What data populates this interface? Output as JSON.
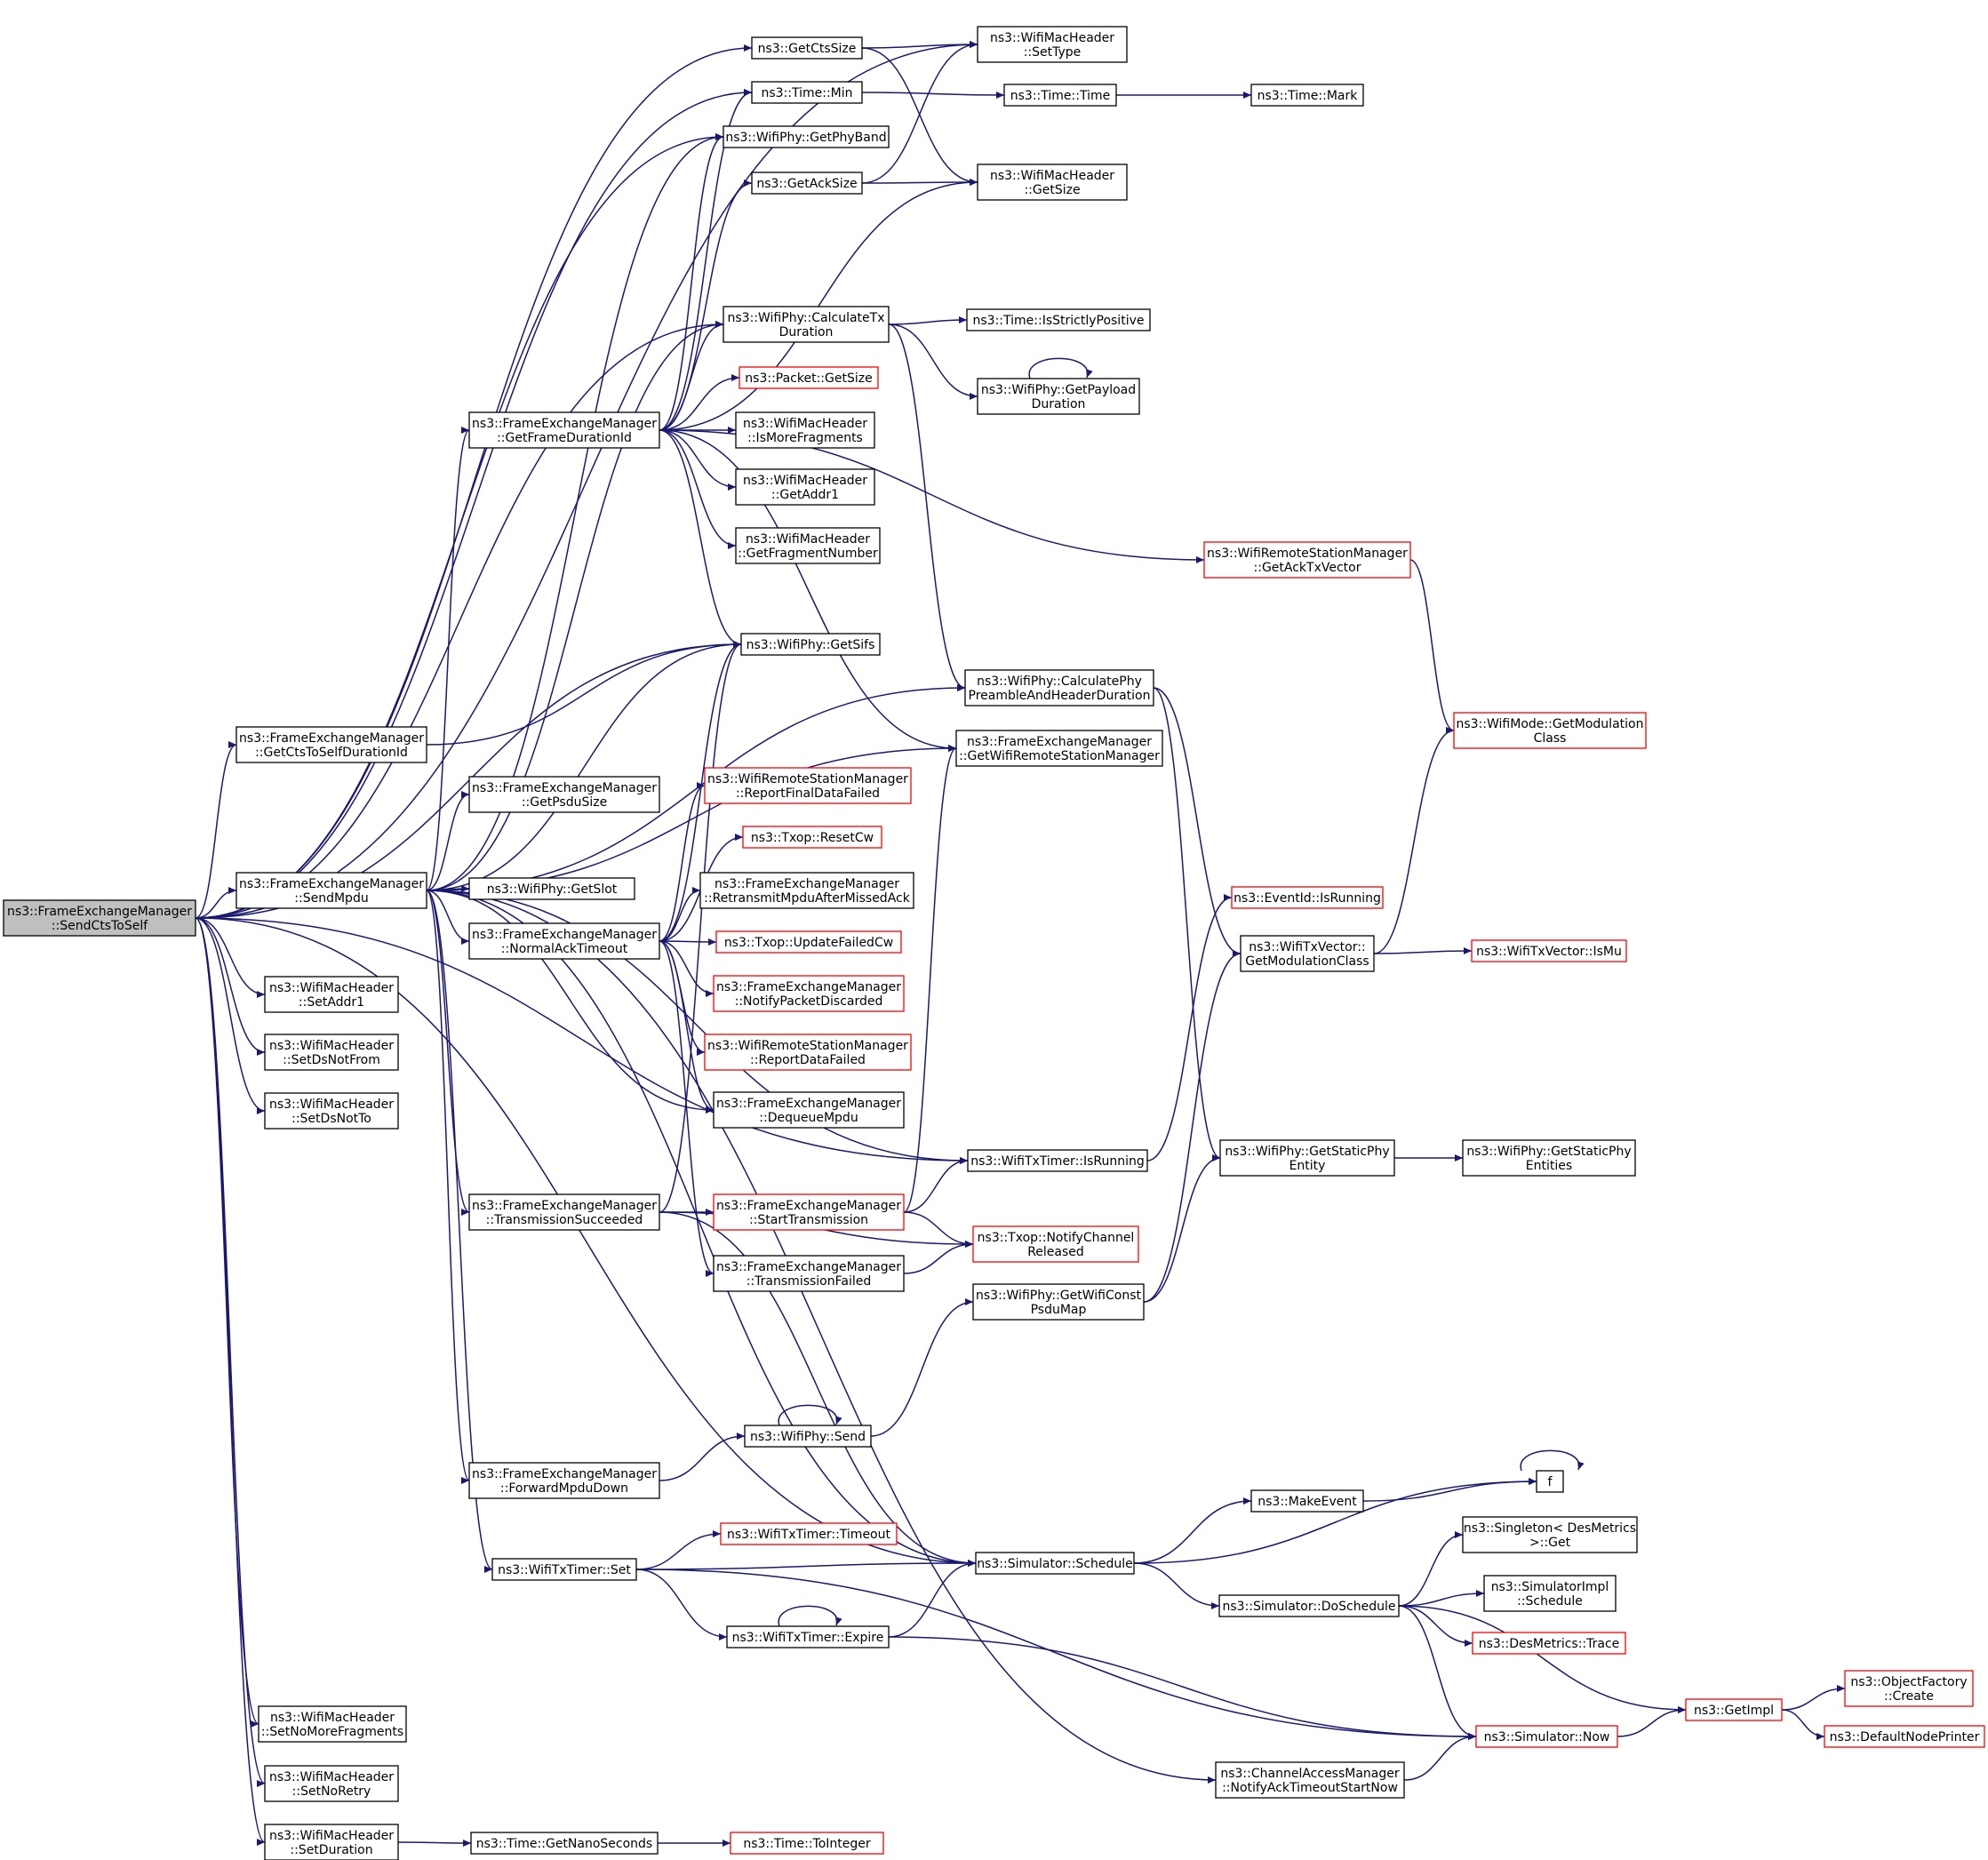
{
  "nodes": [
    {
      "id": "root",
      "lines": [
        "ns3::FrameExchangeManager",
        "::SendCtsToSelf"
      ],
      "style": "root"
    },
    {
      "id": "getCtsSize",
      "lines": [
        "ns3::GetCtsSize"
      ],
      "style": "black"
    },
    {
      "id": "setType",
      "lines": [
        "ns3::WifiMacHeader",
        "::SetType"
      ],
      "style": "black"
    },
    {
      "id": "timeMin",
      "lines": [
        "ns3::Time::Min"
      ],
      "style": "black"
    },
    {
      "id": "timeTime",
      "lines": [
        "ns3::Time::Time"
      ],
      "style": "black"
    },
    {
      "id": "timeMark",
      "lines": [
        "ns3::Time::Mark"
      ],
      "style": "black"
    },
    {
      "id": "getPhyBand",
      "lines": [
        "ns3::WifiPhy::GetPhyBand"
      ],
      "style": "black"
    },
    {
      "id": "getAckSize",
      "lines": [
        "ns3::GetAckSize"
      ],
      "style": "black"
    },
    {
      "id": "macGetSize",
      "lines": [
        "ns3::WifiMacHeader",
        "::GetSize"
      ],
      "style": "black"
    },
    {
      "id": "calcTx",
      "lines": [
        "ns3::WifiPhy::CalculateTx",
        "Duration"
      ],
      "style": "black"
    },
    {
      "id": "isStrictlyPos",
      "lines": [
        "ns3::Time::IsStrictlyPositive"
      ],
      "style": "black"
    },
    {
      "id": "payloadDur",
      "lines": [
        "ns3::WifiPhy::GetPayload",
        "Duration"
      ],
      "style": "black"
    },
    {
      "id": "pktGetSize",
      "lines": [
        "ns3::Packet::GetSize"
      ],
      "style": "red"
    },
    {
      "id": "frameDurId",
      "lines": [
        "ns3::FrameExchangeManager",
        "::GetFrameDurationId"
      ],
      "style": "black"
    },
    {
      "id": "isMoreFrag",
      "lines": [
        "ns3::WifiMacHeader",
        "::IsMoreFragments"
      ],
      "style": "black"
    },
    {
      "id": "getAddr1",
      "lines": [
        "ns3::WifiMacHeader",
        "::GetAddr1"
      ],
      "style": "black"
    },
    {
      "id": "getFragNum",
      "lines": [
        "ns3::WifiMacHeader",
        "::GetFragmentNumber"
      ],
      "style": "black"
    },
    {
      "id": "ackTxVec",
      "lines": [
        "ns3::WifiRemoteStationManager",
        "::GetAckTxVector"
      ],
      "style": "red"
    },
    {
      "id": "getSifs",
      "lines": [
        "ns3::WifiPhy::GetSifs"
      ],
      "style": "black"
    },
    {
      "id": "calcPreamble",
      "lines": [
        "ns3::WifiPhy::CalculatePhy",
        "PreambleAndHeaderDuration"
      ],
      "style": "black"
    },
    {
      "id": "modClass",
      "lines": [
        "ns3::WifiMode::GetModulation",
        "Class"
      ],
      "style": "red"
    },
    {
      "id": "ctsSelfDur",
      "lines": [
        "ns3::FrameExchangeManager",
        "::GetCtsToSelfDurationId"
      ],
      "style": "black"
    },
    {
      "id": "getWrsm",
      "lines": [
        "ns3::FrameExchangeManager",
        "::GetWifiRemoteStationManager"
      ],
      "style": "black"
    },
    {
      "id": "psduSize",
      "lines": [
        "ns3::FrameExchangeManager",
        "::GetPsduSize"
      ],
      "style": "black"
    },
    {
      "id": "reportFinal",
      "lines": [
        "ns3::WifiRemoteStationManager",
        "::ReportFinalDataFailed"
      ],
      "style": "red"
    },
    {
      "id": "resetCw",
      "lines": [
        "ns3::Txop::ResetCw"
      ],
      "style": "red"
    },
    {
      "id": "sendMpdu",
      "lines": [
        "ns3::FrameExchangeManager",
        "::SendMpdu"
      ],
      "style": "black"
    },
    {
      "id": "getSlot",
      "lines": [
        "ns3::WifiPhy::GetSlot"
      ],
      "style": "black"
    },
    {
      "id": "retransmit",
      "lines": [
        "ns3::FrameExchangeManager",
        "::RetransmitMpduAfterMissedAck"
      ],
      "style": "black"
    },
    {
      "id": "eventRunning",
      "lines": [
        "ns3::EventId::IsRunning"
      ],
      "style": "red"
    },
    {
      "id": "normalAck",
      "lines": [
        "ns3::FrameExchangeManager",
        "::NormalAckTimeout"
      ],
      "style": "black"
    },
    {
      "id": "updateFailed",
      "lines": [
        "ns3::Txop::UpdateFailedCw"
      ],
      "style": "red"
    },
    {
      "id": "txVecModClass",
      "lines": [
        "ns3::WifiTxVector::",
        "GetModulationClass"
      ],
      "style": "black"
    },
    {
      "id": "isMu",
      "lines": [
        "ns3::WifiTxVector::IsMu"
      ],
      "style": "red"
    },
    {
      "id": "setAddr1",
      "lines": [
        "ns3::WifiMacHeader",
        "::SetAddr1"
      ],
      "style": "black"
    },
    {
      "id": "notifyDiscarded",
      "lines": [
        "ns3::FrameExchangeManager",
        "::NotifyPacketDiscarded"
      ],
      "style": "red"
    },
    {
      "id": "setDsNotFrom",
      "lines": [
        "ns3::WifiMacHeader",
        "::SetDsNotFrom"
      ],
      "style": "black"
    },
    {
      "id": "reportData",
      "lines": [
        "ns3::WifiRemoteStationManager",
        "::ReportDataFailed"
      ],
      "style": "red"
    },
    {
      "id": "setDsNotTo",
      "lines": [
        "ns3::WifiMacHeader",
        "::SetDsNotTo"
      ],
      "style": "black"
    },
    {
      "id": "dequeue",
      "lines": [
        "ns3::FrameExchangeManager",
        "::DequeueMpdu"
      ],
      "style": "black"
    },
    {
      "id": "staticEntity",
      "lines": [
        "ns3::WifiPhy::GetStaticPhy",
        "Entity"
      ],
      "style": "black"
    },
    {
      "id": "staticEntities",
      "lines": [
        "ns3::WifiPhy::GetStaticPhy",
        "Entities"
      ],
      "style": "black"
    },
    {
      "id": "txTimerRunning",
      "lines": [
        "ns3::WifiTxTimer::IsRunning"
      ],
      "style": "black"
    },
    {
      "id": "txSucceeded",
      "lines": [
        "ns3::FrameExchangeManager",
        "::TransmissionSucceeded"
      ],
      "style": "black"
    },
    {
      "id": "startTx",
      "lines": [
        "ns3::FrameExchangeManager",
        "::StartTransmission"
      ],
      "style": "red"
    },
    {
      "id": "notifyChan",
      "lines": [
        "ns3::Txop::NotifyChannel",
        "Released"
      ],
      "style": "red"
    },
    {
      "id": "txFailed",
      "lines": [
        "ns3::FrameExchangeManager",
        "::TransmissionFailed"
      ],
      "style": "black"
    },
    {
      "id": "constPsdu",
      "lines": [
        "ns3::WifiPhy::GetWifiConst",
        "PsduMap"
      ],
      "style": "black"
    },
    {
      "id": "f",
      "lines": [
        "f"
      ],
      "style": "black"
    },
    {
      "id": "phySend",
      "lines": [
        "ns3::WifiPhy::Send"
      ],
      "style": "black"
    },
    {
      "id": "fwdDown",
      "lines": [
        "ns3::FrameExchangeManager",
        "::ForwardMpduDown"
      ],
      "style": "black"
    },
    {
      "id": "makeEvent",
      "lines": [
        "ns3::MakeEvent"
      ],
      "style": "black"
    },
    {
      "id": "singleton",
      "lines": [
        "ns3::Singleton< DesMetrics",
        ">::Get"
      ],
      "style": "black"
    },
    {
      "id": "timeout",
      "lines": [
        "ns3::WifiTxTimer::Timeout"
      ],
      "style": "red"
    },
    {
      "id": "txTimerSet",
      "lines": [
        "ns3::WifiTxTimer::Set"
      ],
      "style": "black"
    },
    {
      "id": "schedule",
      "lines": [
        "ns3::Simulator::Schedule"
      ],
      "style": "black"
    },
    {
      "id": "implSchedule",
      "lines": [
        "ns3::SimulatorImpl",
        "::Schedule"
      ],
      "style": "black"
    },
    {
      "id": "doSchedule",
      "lines": [
        "ns3::Simulator::DoSchedule"
      ],
      "style": "black"
    },
    {
      "id": "expire",
      "lines": [
        "ns3::WifiTxTimer::Expire"
      ],
      "style": "black"
    },
    {
      "id": "desTrace",
      "lines": [
        "ns3::DesMetrics::Trace"
      ],
      "style": "red"
    },
    {
      "id": "objCreate",
      "lines": [
        "ns3::ObjectFactory",
        "::Create"
      ],
      "style": "red"
    },
    {
      "id": "getImpl",
      "lines": [
        "ns3::GetImpl"
      ],
      "style": "red"
    },
    {
      "id": "defaultPrinter",
      "lines": [
        "ns3::DefaultNodePrinter"
      ],
      "style": "red"
    },
    {
      "id": "now",
      "lines": [
        "ns3::Simulator::Now"
      ],
      "style": "red"
    },
    {
      "id": "setNoMoreFrag",
      "lines": [
        "ns3::WifiMacHeader",
        "::SetNoMoreFragments"
      ],
      "style": "black"
    },
    {
      "id": "notifyAckStart",
      "lines": [
        "ns3::ChannelAccessManager",
        "::NotifyAckTimeoutStartNow"
      ],
      "style": "black"
    },
    {
      "id": "setNoRetry",
      "lines": [
        "ns3::WifiMacHeader",
        "::SetNoRetry"
      ],
      "style": "black"
    },
    {
      "id": "setDuration",
      "lines": [
        "ns3::WifiMacHeader",
        "::SetDuration"
      ],
      "style": "black"
    },
    {
      "id": "getNano",
      "lines": [
        "ns3::Time::GetNanoSeconds"
      ],
      "style": "black"
    },
    {
      "id": "toInteger",
      "lines": [
        "ns3::Time::ToInteger"
      ],
      "style": "red"
    }
  ],
  "edges": [
    [
      "root",
      "setType"
    ],
    [
      "root",
      "getCtsSize"
    ],
    [
      "root",
      "timeMin"
    ],
    [
      "root",
      "getPhyBand"
    ],
    [
      "root",
      "calcTx"
    ],
    [
      "root",
      "getSifs"
    ],
    [
      "root",
      "ctsSelfDur"
    ],
    [
      "root",
      "sendMpdu"
    ],
    [
      "root",
      "setAddr1"
    ],
    [
      "root",
      "setDsNotFrom"
    ],
    [
      "root",
      "setDsNotTo"
    ],
    [
      "root",
      "schedule"
    ],
    [
      "root",
      "txTimerRunning"
    ],
    [
      "root",
      "setNoMoreFrag"
    ],
    [
      "root",
      "setNoRetry"
    ],
    [
      "root",
      "setDuration"
    ],
    [
      "getCtsSize",
      "setType"
    ],
    [
      "getCtsSize",
      "macGetSize"
    ],
    [
      "timeMin",
      "timeTime"
    ],
    [
      "timeTime",
      "timeMark"
    ],
    [
      "getAckSize",
      "setType"
    ],
    [
      "getAckSize",
      "macGetSize"
    ],
    [
      "calcTx",
      "isStrictlyPos"
    ],
    [
      "calcTx",
      "payloadDur"
    ],
    [
      "calcTx",
      "calcPreamble"
    ],
    [
      "payloadDur",
      "payloadDur"
    ],
    [
      "frameDurId",
      "timeMin"
    ],
    [
      "frameDurId",
      "getPhyBand"
    ],
    [
      "frameDurId",
      "getAckSize"
    ],
    [
      "frameDurId",
      "macGetSize"
    ],
    [
      "frameDurId",
      "calcTx"
    ],
    [
      "frameDurId",
      "pktGetSize"
    ],
    [
      "frameDurId",
      "isMoreFrag"
    ],
    [
      "frameDurId",
      "getAddr1"
    ],
    [
      "frameDurId",
      "getFragNum"
    ],
    [
      "frameDurId",
      "ackTxVec"
    ],
    [
      "frameDurId",
      "getSifs"
    ],
    [
      "frameDurId",
      "getWrsm"
    ],
    [
      "ackTxVec",
      "modClass"
    ],
    [
      "calcPreamble",
      "txVecModClass"
    ],
    [
      "calcPreamble",
      "staticEntity"
    ],
    [
      "ctsSelfDur",
      "getSifs"
    ],
    [
      "sendMpdu",
      "getPhyBand"
    ],
    [
      "sendMpdu",
      "calcTx"
    ],
    [
      "sendMpdu",
      "frameDurId"
    ],
    [
      "sendMpdu",
      "getSifs"
    ],
    [
      "sendMpdu",
      "calcPreamble"
    ],
    [
      "sendMpdu",
      "getWrsm"
    ],
    [
      "sendMpdu",
      "psduSize"
    ],
    [
      "sendMpdu",
      "getSlot"
    ],
    [
      "sendMpdu",
      "normalAck"
    ],
    [
      "sendMpdu",
      "dequeue"
    ],
    [
      "sendMpdu",
      "txTimerRunning"
    ],
    [
      "sendMpdu",
      "txSucceeded"
    ],
    [
      "sendMpdu",
      "fwdDown"
    ],
    [
      "sendMpdu",
      "txTimerSet"
    ],
    [
      "sendMpdu",
      "schedule"
    ],
    [
      "sendMpdu",
      "notifyAckStart"
    ],
    [
      "normalAck",
      "getSifs"
    ],
    [
      "normalAck",
      "reportFinal"
    ],
    [
      "normalAck",
      "resetCw"
    ],
    [
      "normalAck",
      "retransmit"
    ],
    [
      "normalAck",
      "updateFailed"
    ],
    [
      "normalAck",
      "notifyDiscarded"
    ],
    [
      "normalAck",
      "reportData"
    ],
    [
      "normalAck",
      "dequeue"
    ],
    [
      "normalAck",
      "txFailed"
    ],
    [
      "txVecModClass",
      "modClass"
    ],
    [
      "txVecModClass",
      "isMu"
    ],
    [
      "staticEntity",
      "staticEntities"
    ],
    [
      "txTimerRunning",
      "eventRunning"
    ],
    [
      "txSucceeded",
      "getSifs"
    ],
    [
      "txSucceeded",
      "startTx"
    ],
    [
      "txSucceeded",
      "notifyChan"
    ],
    [
      "txSucceeded",
      "schedule"
    ],
    [
      "startTx",
      "getWrsm"
    ],
    [
      "startTx",
      "txTimerRunning"
    ],
    [
      "startTx",
      "notifyChan"
    ],
    [
      "txFailed",
      "notifyChan"
    ],
    [
      "constPsdu",
      "txVecModClass"
    ],
    [
      "constPsdu",
      "staticEntity"
    ],
    [
      "phySend",
      "phySend"
    ],
    [
      "phySend",
      "constPsdu"
    ],
    [
      "fwdDown",
      "phySend"
    ],
    [
      "makeEvent",
      "f"
    ],
    [
      "f",
      "f"
    ],
    [
      "txTimerSet",
      "timeout"
    ],
    [
      "txTimerSet",
      "schedule"
    ],
    [
      "txTimerSet",
      "expire"
    ],
    [
      "txTimerSet",
      "now"
    ],
    [
      "schedule",
      "makeEvent"
    ],
    [
      "schedule",
      "f"
    ],
    [
      "schedule",
      "doSchedule"
    ],
    [
      "doSchedule",
      "singleton"
    ],
    [
      "doSchedule",
      "implSchedule"
    ],
    [
      "doSchedule",
      "desTrace"
    ],
    [
      "doSchedule",
      "now"
    ],
    [
      "doSchedule",
      "getImpl"
    ],
    [
      "expire",
      "expire"
    ],
    [
      "expire",
      "schedule"
    ],
    [
      "expire",
      "now"
    ],
    [
      "now",
      "getImpl"
    ],
    [
      "getImpl",
      "objCreate"
    ],
    [
      "getImpl",
      "defaultPrinter"
    ],
    [
      "notifyAckStart",
      "now"
    ],
    [
      "setDuration",
      "getNano"
    ],
    [
      "getNano",
      "toInteger"
    ]
  ]
}
